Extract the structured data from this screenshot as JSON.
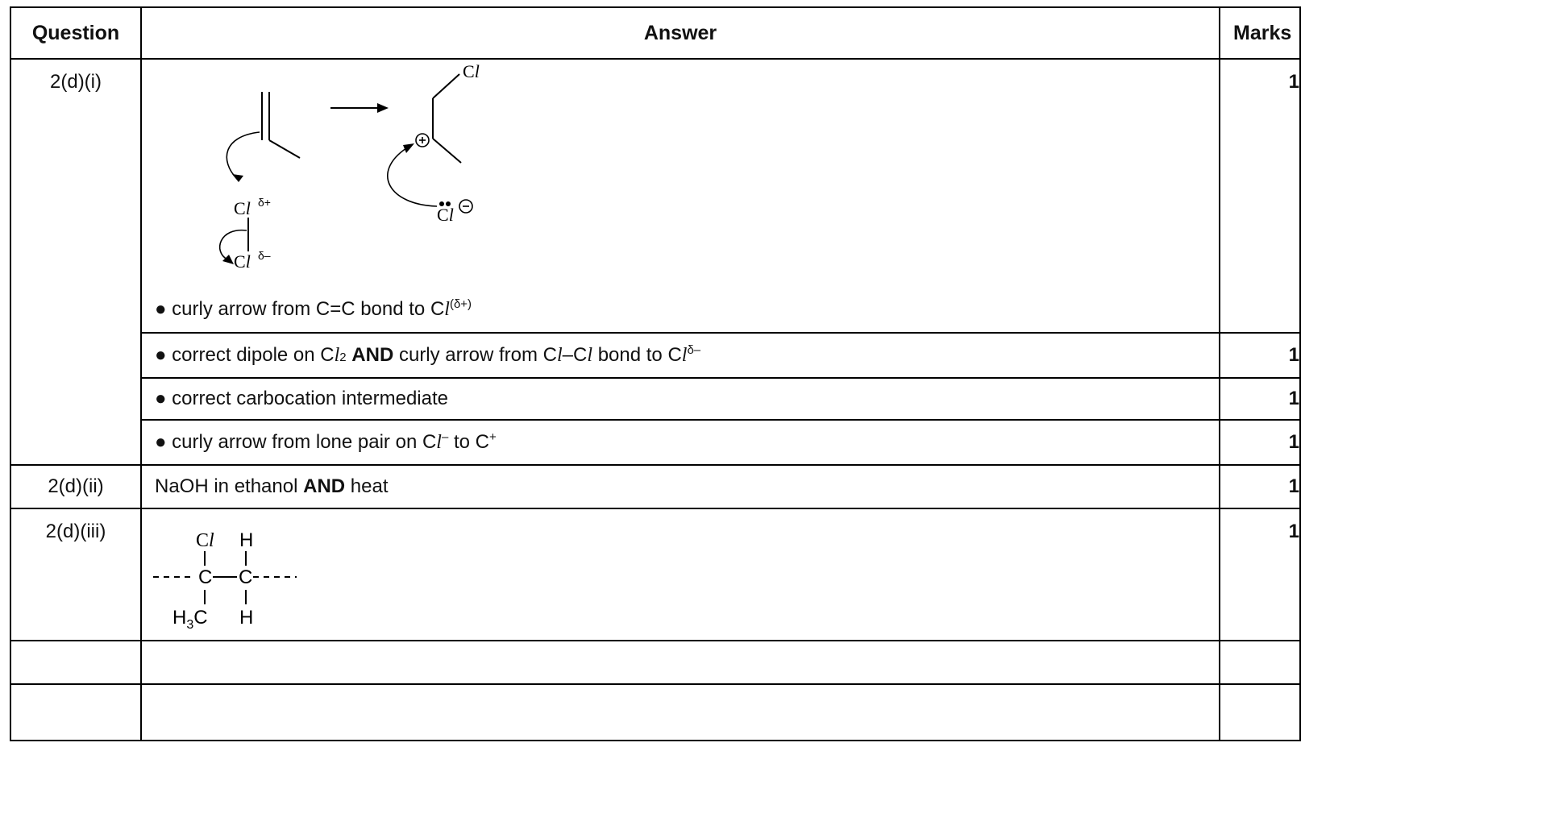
{
  "headers": {
    "question": "Question",
    "answer": "Answer",
    "marks": "Marks"
  },
  "rows": [
    {
      "question": "2(d)(i)",
      "marks": "1",
      "diagram": {
        "label_cl_top": "Cl",
        "label_cl_dplus": "Cl",
        "label_dplus": "δ+",
        "label_cl_dminus": "Cl",
        "label_dminus": "δ–",
        "label_cl_anion": "Cl",
        "plus_symbol": "+",
        "minus_symbol": "−"
      },
      "point": {
        "bullet": "●",
        "text_a": "curly arrow from C=C bond to C",
        "cl_italic": "l",
        "sup": "(δ+)"
      }
    },
    {
      "question": "",
      "marks": "1",
      "point": {
        "bullet": "●",
        "text_a": "correct dipole on C",
        "cl_italic_1": "l",
        "sub_2": "2",
        "bold_and": "AND",
        "text_b": "curly arrow from C",
        "cl_italic_2": "l",
        "dash": "–C",
        "cl_italic_3": "l",
        "text_c": "bond to C",
        "cl_italic_4": "l",
        "sup": "δ–"
      }
    },
    {
      "question": "",
      "marks": "1",
      "point": {
        "bullet": "●",
        "text": "correct carbocation intermediate"
      }
    },
    {
      "question": "",
      "marks": "1",
      "point": {
        "bullet": "●",
        "text_a": "curly arrow from lone pair on C",
        "cl_italic": "l",
        "sup_minus": "–",
        "text_b": "to C",
        "sup_plus": "+"
      }
    },
    {
      "question": "2(d)(ii)",
      "marks": "1",
      "answer_a": "NaOH in ethanol",
      "bold_and": "AND",
      "answer_b": "heat"
    },
    {
      "question": "2(d)(iii)",
      "marks": "1",
      "polymer": {
        "cl": "Cl",
        "h_top": "H",
        "c1": "C",
        "c2": "C",
        "h3c": "H",
        "sub3": "3",
        "c_of_ch3": "C",
        "h_bottom": "H"
      }
    },
    {
      "question": "",
      "marks": ""
    },
    {
      "question": "",
      "marks": ""
    }
  ],
  "colors": {
    "border": "#000000",
    "text": "#111111",
    "background": "#ffffff"
  }
}
